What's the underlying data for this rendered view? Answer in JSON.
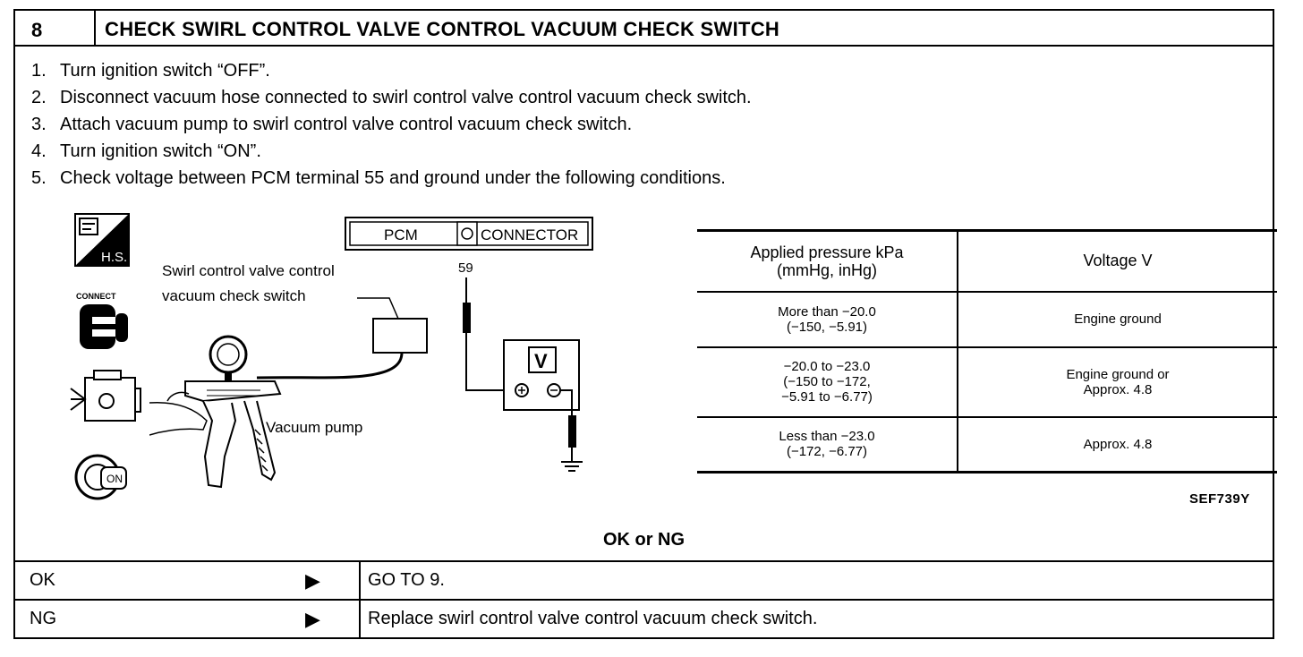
{
  "header": {
    "step_number": "8",
    "title": "CHECK SWIRL CONTROL VALVE CONTROL VACUUM CHECK SWITCH"
  },
  "steps": [
    {
      "num": "1.",
      "text": "Turn ignition switch “OFF”."
    },
    {
      "num": "2.",
      "text": "Disconnect vacuum hose connected to swirl control valve control vacuum check switch."
    },
    {
      "num": "3.",
      "text": "Attach vacuum pump to swirl control valve control vacuum check switch."
    },
    {
      "num": "4.",
      "text": "Turn ignition switch “ON”."
    },
    {
      "num": "5.",
      "text": "Check voltage between PCM terminal 55 and ground under the following conditions."
    }
  ],
  "icons": {
    "hs_label": "H.S.",
    "connect_label": "CONNECT",
    "on_label": "ON"
  },
  "diagram": {
    "pcm_label": "PCM",
    "connector_label": "CONNECTOR",
    "terminal_label": "59",
    "meter_label": "V",
    "switch_label_line1": "Swirl control valve control",
    "switch_label_line2": "vacuum check switch",
    "pump_label": "Vacuum pump"
  },
  "table": {
    "headers": {
      "pressure_line1": "Applied pressure kPa",
      "pressure_line2": "(mmHg, inHg)",
      "voltage": "Voltage V"
    },
    "rows": [
      {
        "pressure": [
          "More than −20.0",
          "(−150, −5.91)"
        ],
        "voltage": [
          "Engine ground"
        ]
      },
      {
        "pressure": [
          "−20.0 to −23.0",
          "(−150 to −172,",
          "−5.91 to −6.77)"
        ],
        "voltage": [
          "Engine ground or",
          "Approx. 4.8"
        ]
      },
      {
        "pressure": [
          "Less than −23.0",
          "(−172, −6.77)"
        ],
        "voltage": [
          "Approx. 4.8"
        ]
      }
    ]
  },
  "figure_id": "SEF739Y",
  "verdict": "OK or NG",
  "results": [
    {
      "key": "OK",
      "arrow": "▶",
      "action": "GO TO 9."
    },
    {
      "key": "NG",
      "arrow": "▶",
      "action": "Replace swirl control valve control vacuum check switch."
    }
  ]
}
